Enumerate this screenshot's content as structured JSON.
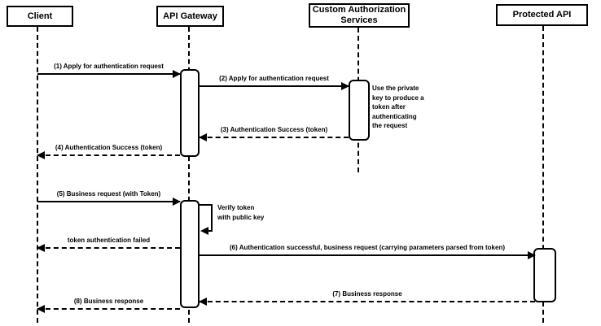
{
  "colors": {
    "stroke": "#000000",
    "fill": "#ffffff"
  },
  "participants": [
    {
      "name": "Client"
    },
    {
      "name": "API Gateway"
    },
    {
      "name": "Custom Authorization\nServices"
    },
    {
      "name": "Protected API"
    }
  ],
  "messages": [
    {
      "label": "(1) Apply for authentication request",
      "from": "Client",
      "to": "API Gateway",
      "style": "solid"
    },
    {
      "label": "(2) Apply for authentication request",
      "from": "API Gateway",
      "to": "Custom Authorization Services",
      "style": "solid"
    },
    {
      "label": "(3) Authentication Success (token)",
      "from": "Custom Authorization Services",
      "to": "API Gateway",
      "style": "dashed"
    },
    {
      "label": "(4) Authentication Success (token)",
      "from": "API Gateway",
      "to": "Client",
      "style": "dashed"
    },
    {
      "label": "(5) Business request (with Token)",
      "from": "Client",
      "to": "API Gateway",
      "style": "solid"
    },
    {
      "label": "token authentication failed",
      "from": "API Gateway",
      "to": "Client",
      "style": "dashed"
    },
    {
      "label": "(6) Authentication successful, business request (carrying parameters parsed from token)",
      "from": "API Gateway",
      "to": "Protected API",
      "style": "solid"
    },
    {
      "label": "(7) Business response",
      "from": "Protected API",
      "to": "API Gateway",
      "style": "dashed"
    },
    {
      "label": "(8) Business response",
      "from": "API Gateway",
      "to": "Client",
      "style": "dashed"
    }
  ],
  "self_message": {
    "label": "Verify token\nwith public key",
    "on": "API Gateway"
  },
  "note": {
    "text": "Use the private\nkey to produce a\ntoken after\nauthenticating\nthe request",
    "attached_to": "Custom Authorization Services"
  }
}
